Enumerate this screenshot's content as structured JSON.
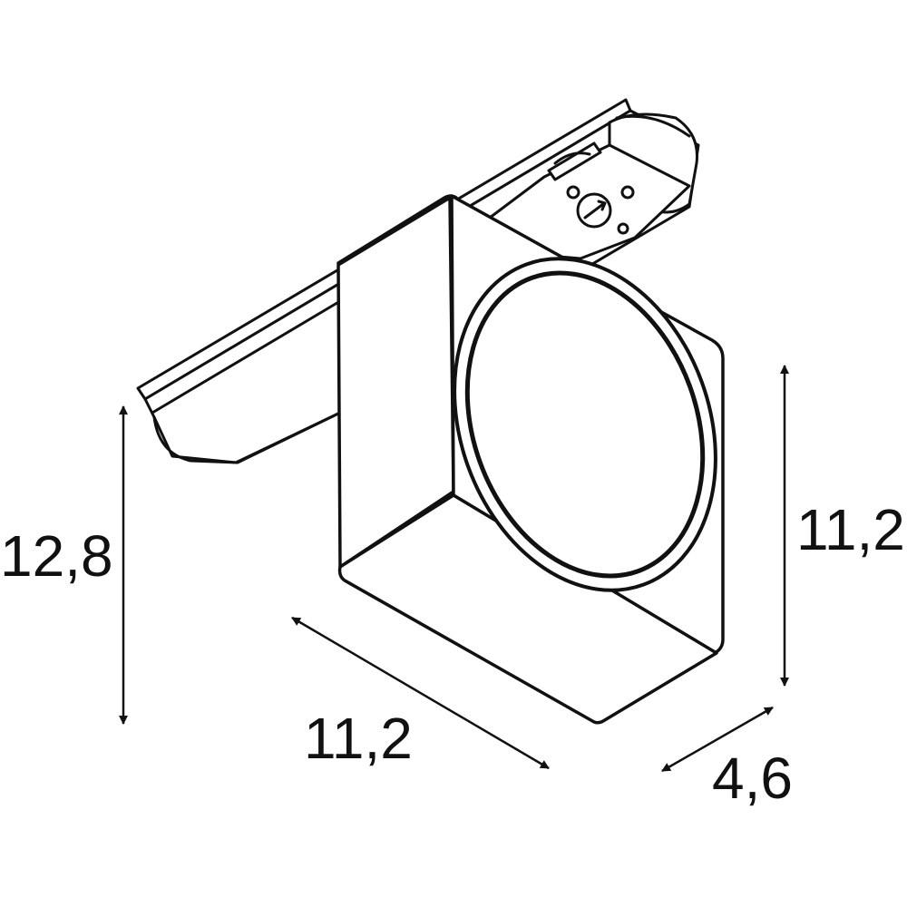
{
  "dimensions": {
    "overall_height": "12,8",
    "body_height": "11,2",
    "body_width": "11,2",
    "body_depth": "4,6"
  },
  "colors": {
    "stroke": "#111111",
    "background": "#ffffff"
  }
}
